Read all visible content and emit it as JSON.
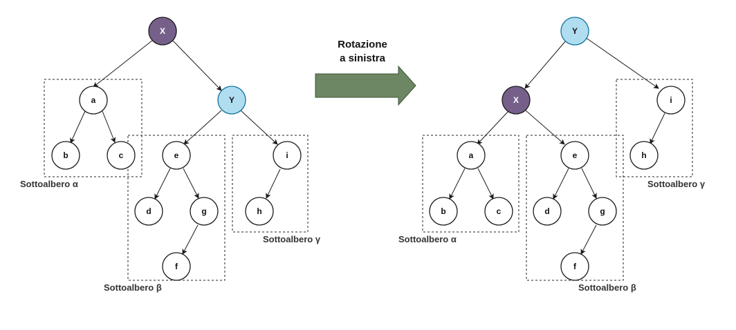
{
  "colors": {
    "root_x_fill": "#76608a",
    "root_y_fill": "#b1ddf0",
    "root_y_stroke": "#10739e",
    "node_fill": "#ffffff",
    "arrow_fill": "#6d8764",
    "arrow_stroke": "#3a5431"
  },
  "arrow": {
    "title_line1": "Rotazione",
    "title_line2": "a sinistra"
  },
  "before": {
    "nodes": {
      "x": "X",
      "y": "Y",
      "a": "a",
      "b": "b",
      "c": "c",
      "e": "e",
      "d": "d",
      "g": "g",
      "f": "f",
      "i": "i",
      "h": "h"
    },
    "labels": {
      "alpha": "Sottoalbero α",
      "beta": "Sottoalbero β",
      "gamma": "Sottoalbero γ"
    }
  },
  "after": {
    "nodes": {
      "y": "Y",
      "x": "X",
      "i": "i",
      "h": "h",
      "a": "a",
      "b": "b",
      "c": "c",
      "e": "e",
      "d": "d",
      "g": "g",
      "f": "f"
    },
    "labels": {
      "alpha": "Sottoalbero α",
      "beta": "Sottoalbero β",
      "gamma": "Sottoalbero γ"
    }
  }
}
